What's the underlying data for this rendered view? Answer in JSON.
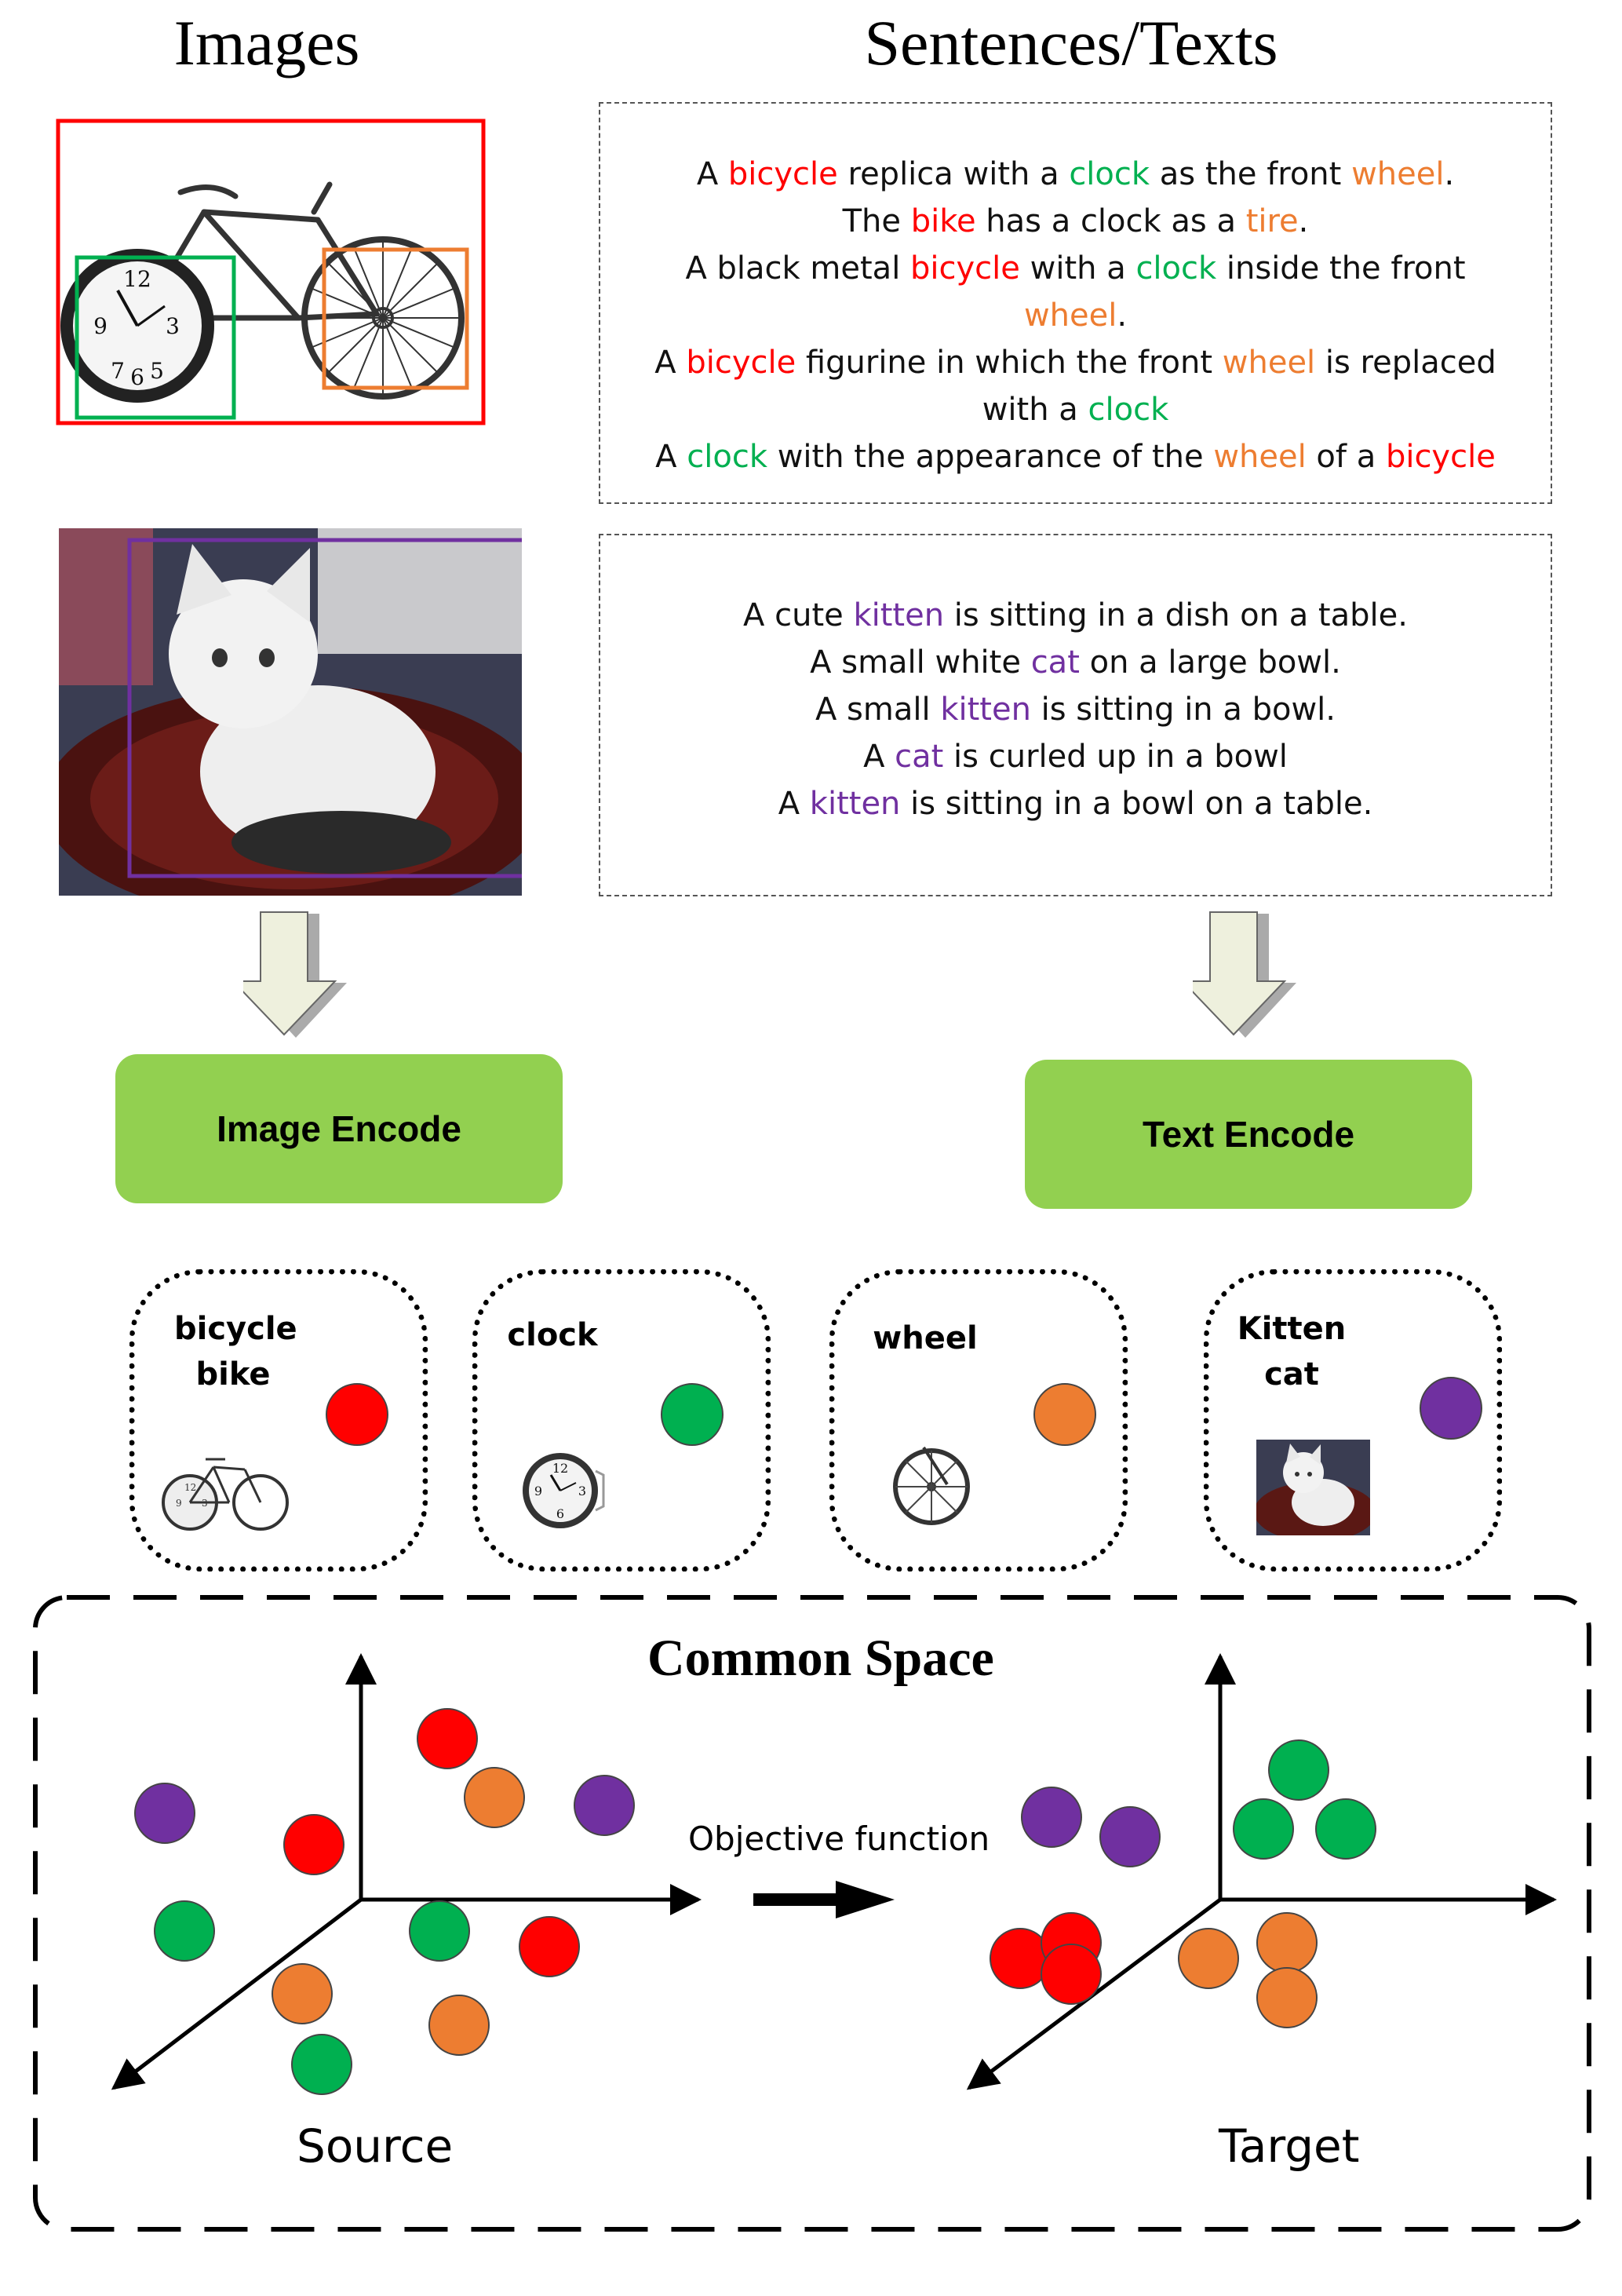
{
  "headers": {
    "images": "Images",
    "texts": "Sentences/Texts"
  },
  "colors": {
    "red": "#ff0000",
    "green": "#00b050",
    "orange": "#ed7d31",
    "purple": "#7030a0",
    "encoder": "#92d050"
  },
  "captions_bicycle": [
    [
      {
        "t": "A "
      },
      {
        "t": "bicycle",
        "c": "red"
      },
      {
        "t": " replica with a "
      },
      {
        "t": "clock",
        "c": "green"
      },
      {
        "t": " as the front "
      },
      {
        "t": "wheel",
        "c": "orange"
      },
      {
        "t": "."
      }
    ],
    [
      {
        "t": "The "
      },
      {
        "t": "bike",
        "c": "red"
      },
      {
        "t": " has a clock as a "
      },
      {
        "t": "tire",
        "c": "orange"
      },
      {
        "t": "."
      }
    ],
    [
      {
        "t": "A black metal "
      },
      {
        "t": "bicycle",
        "c": "red"
      },
      {
        "t": " with a "
      },
      {
        "t": "clock",
        "c": "green"
      },
      {
        "t": " inside the front"
      }
    ],
    [
      {
        "t": "wheel",
        "c": "orange"
      },
      {
        "t": "."
      }
    ],
    [
      {
        "t": "A "
      },
      {
        "t": "bicycle",
        "c": "red"
      },
      {
        "t": " figurine in which the front "
      },
      {
        "t": "wheel",
        "c": "orange"
      },
      {
        "t": " is replaced"
      }
    ],
    [
      {
        "t": "with a "
      },
      {
        "t": "clock",
        "c": "green"
      }
    ],
    [
      {
        "t": "A "
      },
      {
        "t": "clock",
        "c": "green"
      },
      {
        "t": " with the appearance of the "
      },
      {
        "t": "wheel",
        "c": "orange"
      },
      {
        "t": " of a "
      },
      {
        "t": "bicycle",
        "c": "red"
      }
    ]
  ],
  "captions_cat": [
    [
      {
        "t": "A cute "
      },
      {
        "t": "kitten",
        "c": "purple"
      },
      {
        "t": " is sitting in a dish on a table."
      }
    ],
    [
      {
        "t": "A small white "
      },
      {
        "t": "cat",
        "c": "purple"
      },
      {
        "t": " on a large bowl."
      }
    ],
    [
      {
        "t": "A small "
      },
      {
        "t": "kitten",
        "c": "purple"
      },
      {
        "t": " is sitting in a bowl."
      }
    ],
    [
      {
        "t": "A "
      },
      {
        "t": "cat",
        "c": "purple"
      },
      {
        "t": " is curled up in a bowl"
      }
    ],
    [
      {
        "t": "A "
      },
      {
        "t": "kitten",
        "c": "purple"
      },
      {
        "t": " is sitting in a bowl on a table."
      }
    ]
  ],
  "encoders": {
    "image": "Image Encode",
    "text": "Text Encode"
  },
  "concepts": [
    {
      "line1": "bicycle",
      "line2": "bike",
      "color": "red",
      "icon": "bicycle-icon"
    },
    {
      "line1": "clock",
      "line2": "",
      "color": "green",
      "icon": "clock-icon"
    },
    {
      "line1": "wheel",
      "line2": "",
      "color": "orange",
      "icon": "wheel-icon"
    },
    {
      "line1": "Kitten",
      "line2": "cat",
      "color": "purple",
      "icon": "kitten-icon"
    }
  ],
  "common_space": {
    "title": "Common Space",
    "source_label": "Source",
    "target_label": "Target",
    "objective_label": "Objective function",
    "source_points": [
      "red",
      "purple",
      "red",
      "orange",
      "purple",
      "green",
      "green",
      "red",
      "orange",
      "orange",
      "green"
    ],
    "target_points": [
      "green",
      "green",
      "green",
      "purple",
      "purple",
      "red",
      "red",
      "red",
      "orange",
      "orange",
      "orange"
    ]
  }
}
